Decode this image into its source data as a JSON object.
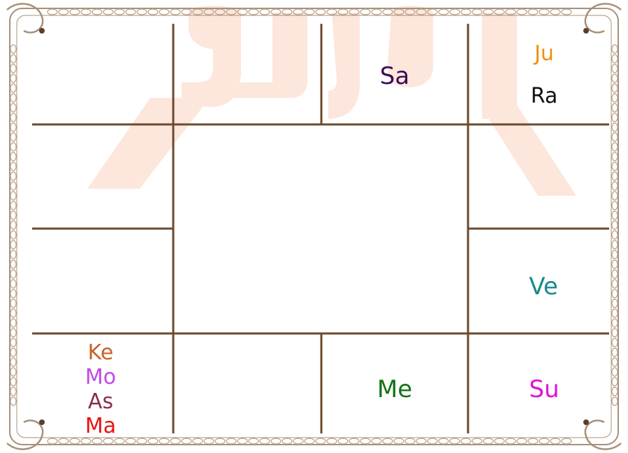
{
  "chart": {
    "watermark_color": "#fde6dc",
    "line_color": "#6b4a2e",
    "border_color": "#a89079"
  },
  "houses": {
    "top_right_upper": {
      "planets": [
        {
          "label": "Ju",
          "color": "#f0900c"
        },
        {
          "label": "Ra",
          "color": "#111111"
        }
      ]
    },
    "top_third": {
      "planets": [
        {
          "label": "Sa",
          "color": "#3a0b57"
        }
      ]
    },
    "right_lower_mid": {
      "planets": [
        {
          "label": "Ve",
          "color": "#1a8b8b"
        }
      ]
    },
    "bottom_third": {
      "planets": [
        {
          "label": "Me",
          "color": "#137313"
        }
      ]
    },
    "bottom_right": {
      "planets": [
        {
          "label": "Su",
          "color": "#e010d8"
        }
      ]
    },
    "bottom_left": {
      "planets": [
        {
          "label": "Ke",
          "color": "#c8622a"
        },
        {
          "label": "Mo",
          "color": "#c049e8"
        },
        {
          "label": "As",
          "color": "#8a2c52"
        },
        {
          "label": "Ma",
          "color": "#ee1010"
        }
      ]
    }
  }
}
